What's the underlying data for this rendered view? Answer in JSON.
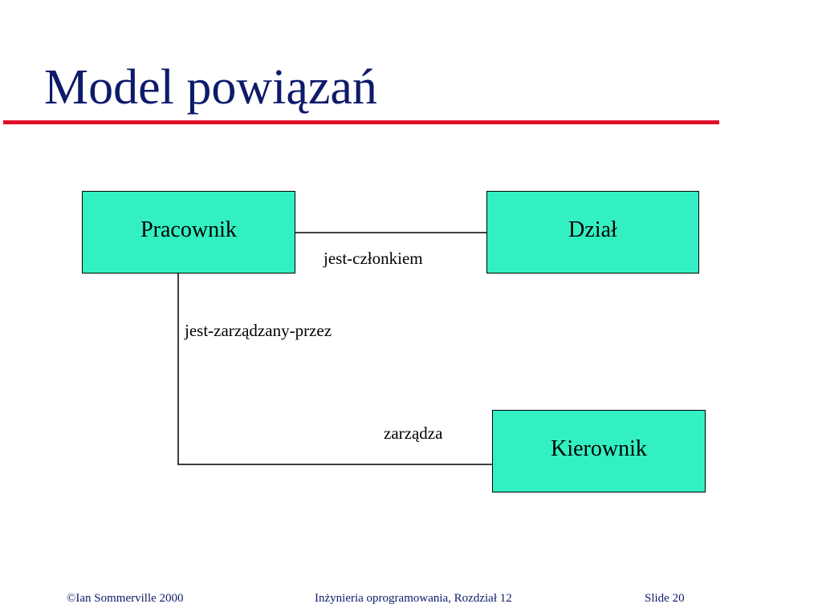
{
  "slide": {
    "title": "Model powiązań"
  },
  "diagram": {
    "entities": {
      "pracownik": "Pracownik",
      "dzial": "Dział",
      "kierownik": "Kierownik"
    },
    "relations": {
      "member": "jest-członkiem",
      "managed_by": "jest-zarządzany-przez",
      "manages": "zarządza"
    }
  },
  "footer": {
    "copyright": "©Ian Sommerville 2000",
    "course": "Inżynieria oprogramowania, Rozdział 12",
    "slide_number": "Slide 20"
  },
  "colors": {
    "title": "#0e1a6a",
    "rule": "#e0102c",
    "entity_fill": "#33f0c2"
  }
}
